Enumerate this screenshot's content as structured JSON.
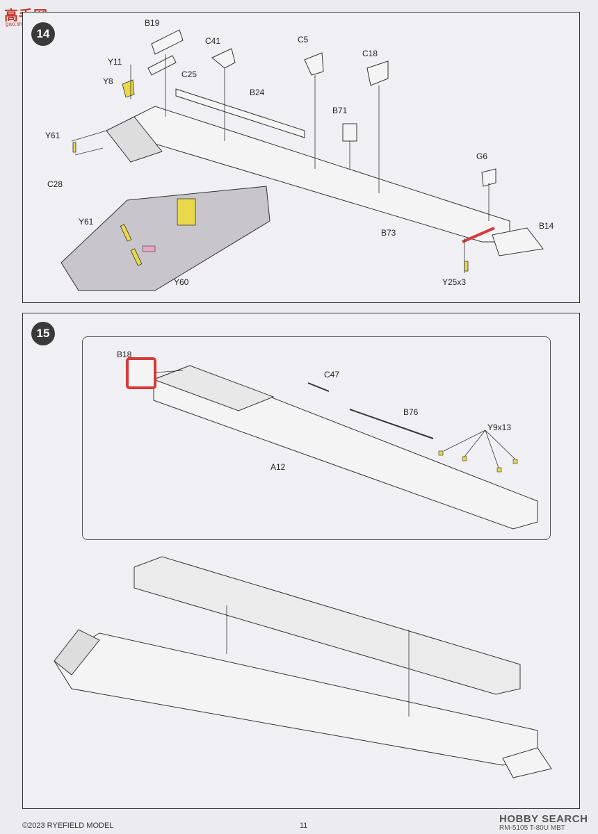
{
  "watermark": {
    "title": "高手网",
    "subtitle": "gao.shou.net"
  },
  "step14": {
    "number": "14",
    "labels": {
      "B19": "B19",
      "C41": "C41",
      "C5": "C5",
      "C18": "C18",
      "Y11": "Y11",
      "Y8": "Y8",
      "C25": "C25",
      "B24": "B24",
      "B71": "B71",
      "Y61": "Y61",
      "C28": "C28",
      "G6": "G6",
      "B14": "B14",
      "B73": "B73",
      "Y25x3": "Y25x3",
      "Y61_inset": "Y61",
      "Y60": "Y60"
    }
  },
  "step15": {
    "number": "15",
    "labels": {
      "B18": "B18",
      "C47": "C47",
      "B76": "B76",
      "Y9x13": "Y9x13",
      "A12": "A12"
    }
  },
  "footer": {
    "copyright": "©2023 RYEFIELD MODEL",
    "page": "11",
    "brand": "HOBBY SEARCH",
    "code": "RM-5105 T-80U MBT"
  },
  "colors": {
    "photo_etch": "#e9d84a",
    "highlight_red": "#d63a3a",
    "pink_part": "#e8a9c0",
    "part_fill": "#f4f4f4",
    "outline": "#333333"
  }
}
